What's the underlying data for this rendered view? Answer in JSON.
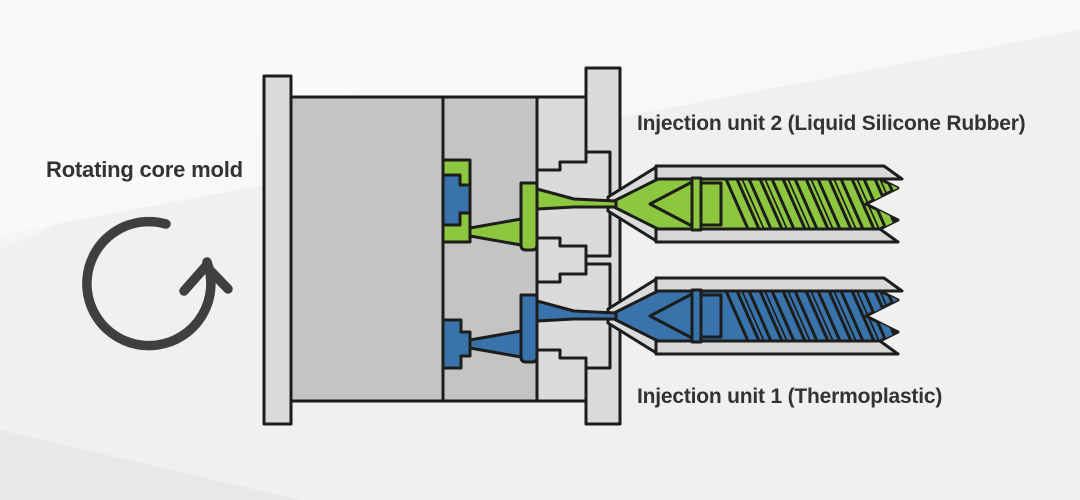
{
  "diagram": {
    "labels": {
      "rotating_core_mold": "Rotating core mold",
      "injection_unit_2": "Injection unit 2 (Liquid Silicone Rubber)",
      "injection_unit_1": "Injection unit 1 (Thermoplastic)"
    },
    "icons": {
      "rotation_arrow": "counterclockwise-rotation-arrow-icon"
    },
    "colors": {
      "background": "#f1f0ef",
      "outline": "#1d1d1b",
      "mold_block_gray": "#c4c4c4",
      "plate_light_gray": "#dbdbdb",
      "barrel_gray": "#d8d8d8",
      "lsr_green": "#8dc63f",
      "thermoplastic_blue": "#3874ab",
      "label_text": "#333333",
      "arrow": "#3f3f3f"
    }
  }
}
